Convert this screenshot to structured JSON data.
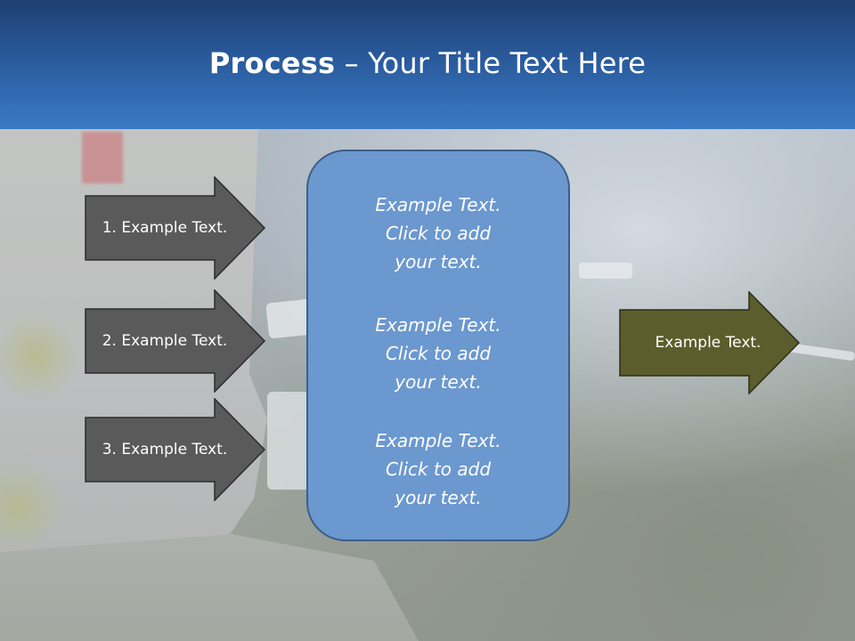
{
  "title": {
    "bold": "Process",
    "rest": " – Your Title Text Here"
  },
  "left_arrows": [
    {
      "label": "1. Example Text."
    },
    {
      "label": "2. Example Text."
    },
    {
      "label": "3. Example Text."
    }
  ],
  "center_box": {
    "paragraphs": [
      {
        "line1": "Example Text.",
        "line2": "Click  to add",
        "line3": "your text."
      },
      {
        "line1": "Example Text.",
        "line2": "Click  to add",
        "line3": "your text."
      },
      {
        "line1": "Example Text.",
        "line2": "Click  to add",
        "line3": "your text."
      }
    ]
  },
  "right_arrow": {
    "label": "Example Text."
  },
  "colors": {
    "title_bar": "#2a5c9e",
    "left_arrow_fill": "#5a5a5a",
    "center_box_fill": "#6b98cf",
    "right_arrow_fill": "#5c5d2c"
  }
}
